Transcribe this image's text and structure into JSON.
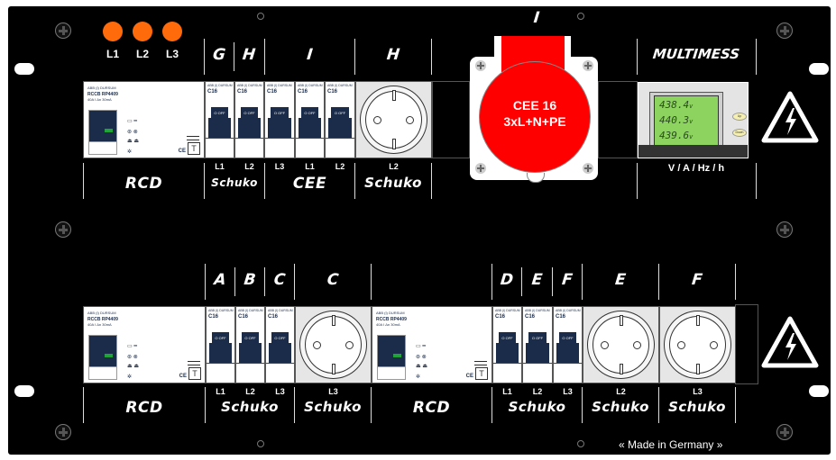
{
  "panel": {
    "phase_leds": [
      {
        "label": "L1",
        "color": "#ff6a0a"
      },
      {
        "label": "L2",
        "color": "#ff6a0a"
      },
      {
        "label": "L3",
        "color": "#ff6a0a"
      }
    ],
    "made_in": "Made in Germany",
    "made_in_left_glyph": "«",
    "made_in_right_glyph": "»"
  },
  "top_row": {
    "headers": [
      "G",
      "H",
      "I",
      "H",
      "I",
      "MULTIMESS"
    ],
    "rcd": {
      "brand": "ABB (I) DURSUM",
      "model": "RCCB RP4409",
      "spec": "40A I Δn 30mA",
      "test_button": "T",
      "ce_mark": "CE",
      "category": "RCD"
    },
    "breakers": [
      {
        "brand": "ABB (I) DURSUM",
        "rating": "C16",
        "off_label": "O OFF",
        "phase": "L1"
      },
      {
        "brand": "ABB (I) DURSUM",
        "rating": "C16",
        "off_label": "O OFF",
        "phase": "L2"
      },
      {
        "brand": "ABB (I) DURSUM",
        "rating": "C16",
        "off_label": "O OFF",
        "phase": "L3"
      },
      {
        "brand": "ABB (I) DURSUM",
        "rating": "C16",
        "off_label": "O OFF",
        "phase": "L1"
      },
      {
        "brand": "ABB (I) DURSUM",
        "rating": "C16",
        "off_label": "O OFF",
        "phase": "L2"
      }
    ],
    "categories": [
      "Schuko",
      "CEE",
      "Schuko"
    ],
    "socket_phase": "L2",
    "cee": {
      "line1": "CEE 16",
      "line2": "3xL+N+PE",
      "color": "#ff0000"
    },
    "meter": {
      "readings": [
        {
          "value": "438.4",
          "unit": "v"
        },
        {
          "value": "440.3",
          "unit": "v"
        },
        {
          "value": "439.6",
          "unit": "v"
        }
      ],
      "up_button": "Up",
      "down_button": "Down",
      "caption": "V / A / Hz / h",
      "lcd_color": "#8dd35f"
    }
  },
  "bottom_row": {
    "headers": [
      "A",
      "B",
      "C",
      "C",
      "D",
      "E",
      "F",
      "E",
      "F"
    ],
    "rcd1": {
      "brand": "ABB (I) DURSUM",
      "model": "RCCB RP4409",
      "spec": "40A I Δn 30mA",
      "test_button": "T",
      "ce_mark": "CE",
      "category": "RCD"
    },
    "rcd2": {
      "brand": "ABB (I) DURSUM",
      "model": "RCCB RP4409",
      "spec": "40A I Δn 30mA",
      "test_button": "T",
      "ce_mark": "CE",
      "category": "RCD"
    },
    "breakers_group1": [
      {
        "brand": "ABB (I) DURSUM",
        "rating": "C16",
        "off_label": "O OFF",
        "phase": "L1"
      },
      {
        "brand": "ABB (I) DURSUM",
        "rating": "C16",
        "off_label": "O OFF",
        "phase": "L2"
      },
      {
        "brand": "ABB (I) DURSUM",
        "rating": "C16",
        "off_label": "O OFF",
        "phase": "L3"
      }
    ],
    "breakers_group2": [
      {
        "brand": "ABB (I) DURSUM",
        "rating": "C16",
        "off_label": "O OFF",
        "phase": "L1"
      },
      {
        "brand": "ABB (I) DURSUM",
        "rating": "C16",
        "off_label": "O OFF",
        "phase": "L2"
      },
      {
        "brand": "ABB (I) DURSUM",
        "rating": "C16",
        "off_label": "O OFF",
        "phase": "L3"
      }
    ],
    "sockets": [
      {
        "phase": "L3",
        "category": "Schuko"
      },
      {
        "phase": "L2",
        "category": "Schuko"
      },
      {
        "phase": "L3",
        "category": "Schuko"
      }
    ],
    "categories": [
      "Schuko",
      "Schuko"
    ]
  }
}
